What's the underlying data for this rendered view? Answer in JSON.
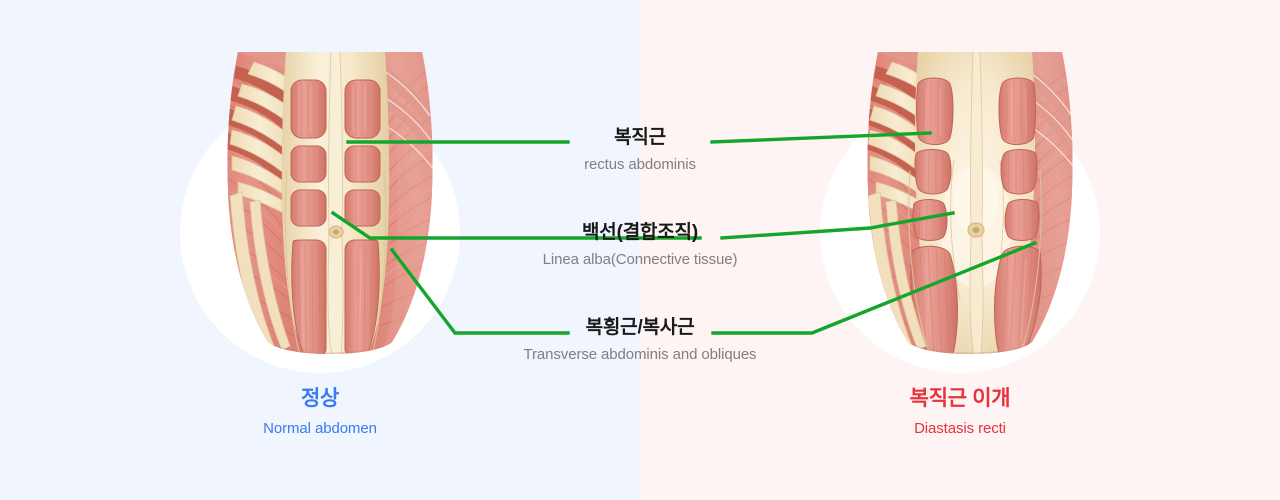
{
  "background": {
    "left_color": "#f0f5fe",
    "right_color": "#fdf4f3",
    "circle_color": "#ffffff"
  },
  "theme": {
    "connector_color": "#13a62c",
    "korean_label_color": "#1a1a1a",
    "latin_label_color": "#808080",
    "normal_caption_color": "#3b7bf2",
    "diastasis_caption_color": "#e8323c",
    "muscle_color": "#e18a7e",
    "muscle_dark_color": "#c9614f",
    "tendon_color": "#f7e9c9"
  },
  "callouts": [
    {
      "id": "rectus-abdominis",
      "ko": "복직근",
      "en": "rectus abdominis"
    },
    {
      "id": "linea-alba",
      "ko": "백선(결합조직)",
      "en": "Linea alba(Connective tissue)"
    },
    {
      "id": "transverse-obliques",
      "ko": "복횡근/복사근",
      "en": "Transverse abdominis and obliques"
    }
  ],
  "panels": [
    {
      "id": "normal",
      "ko": "정상",
      "en": "Normal abdomen",
      "color": "#3b7bf2"
    },
    {
      "id": "diastasis",
      "ko": "복직근 이개",
      "en": "Diastasis recti",
      "color": "#e8323c"
    }
  ]
}
